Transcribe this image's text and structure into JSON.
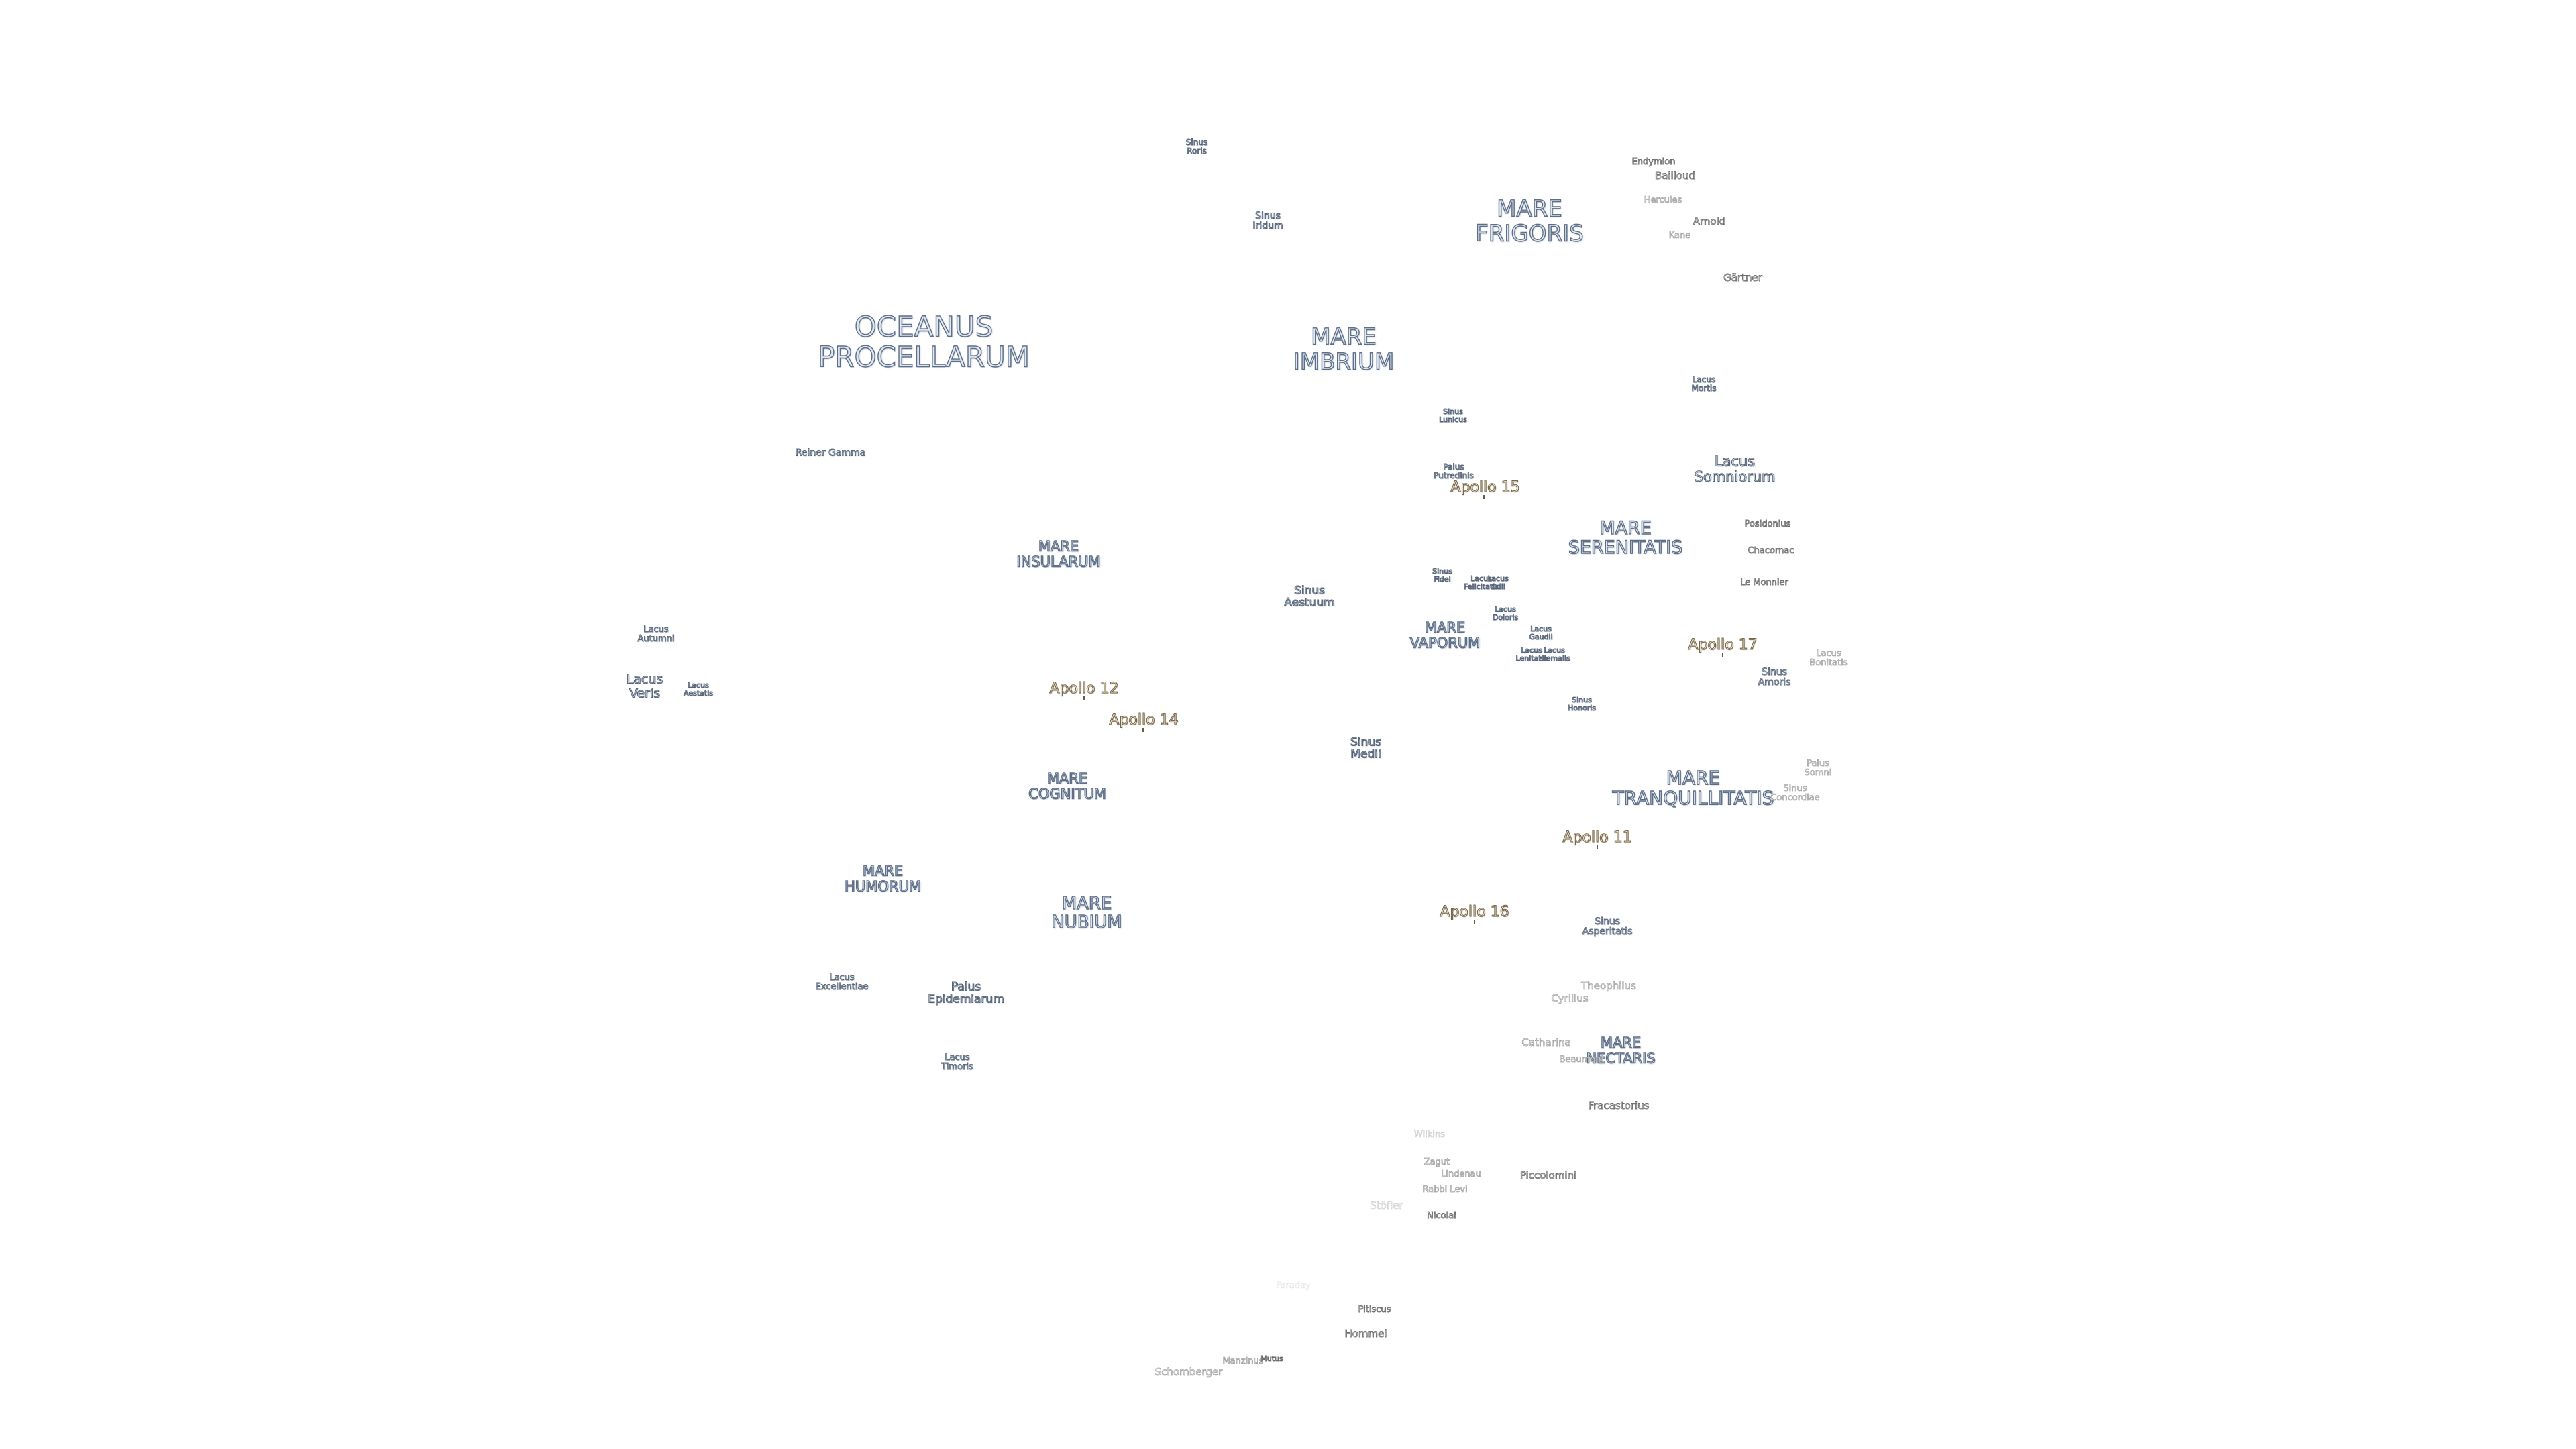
{
  "map": {
    "maria": {
      "oceanus_procellarum": "OCEANUS\nPROCELLARUM",
      "mare_frigoris": "MARE\nFRIGORIS",
      "mare_imbrium": "MARE\nIMBRIUM",
      "mare_serenitatis": "MARE\nSERENITATIS",
      "mare_insularum": "MARE\nINSULARUM",
      "mare_vaporum": "MARE\nVAPORUM",
      "mare_tranquillitatis": "MARE\nTRANQUILLITATIS",
      "mare_cognitum": "MARE\nCOGNITUM",
      "mare_humorum": "MARE\nHUMORUM",
      "mare_nubium": "MARE\nNUBIUM",
      "mare_nectaris": "MARE\nNECTARIS"
    },
    "features": {
      "sinus_roris": "Sinus\nRoris",
      "sinus_iridum": "Sinus\nIridum",
      "lacus_mortis": "Lacus\nMortis",
      "sinus_lunicus": "Sinus\nLunicus",
      "palus_putredinis": "Palus\nPutredinis",
      "lacus_somniorum": "Lacus\nSomniorum",
      "reiner_gamma": "Reiner Gamma",
      "sinus_aestuum": "Sinus\nAestuum",
      "sinus_fidei": "Sinus\nFidei",
      "lacus_felicitatis": "Lacus\nFelicitatis",
      "lacus_odii": "Lacus\nOdii",
      "lacus_doloris": "Lacus\nDoloris",
      "lacus_gaudii": "Lacus\nGaudii",
      "lacus_lenitatis": "Lacus\nLenitatis",
      "lacus_hiemalis": "Lacus\nHiemalis",
      "lacus_autumni": "Lacus\nAutumni",
      "lacus_veris": "Lacus\nVeris",
      "lacus_aestatis": "Lacus\nAestatis",
      "sinus_honoris": "Sinus\nHonoris",
      "sinus_amoris": "Sinus\nAmoris",
      "lacus_bonitatis": "Lacus\nBonitatis",
      "sinus_medii": "Sinus\nMedii",
      "palus_somni": "Palus\nSomni",
      "sinus_concordiae": "Sinus\nConcordiae",
      "sinus_asperitatis": "Sinus\nAsperitatis",
      "lacus_excellentiae": "Lacus\nExcellentiae",
      "palus_epidemiarum": "Palus\nEpidemiarum",
      "lacus_timoris": "Lacus\nTimoris"
    },
    "apollo": {
      "apollo_11": "Apollo 11",
      "apollo_12": "Apollo 12",
      "apollo_14": "Apollo 14",
      "apollo_15": "Apollo 15",
      "apollo_16": "Apollo 16",
      "apollo_17": "Apollo 17"
    },
    "craters": {
      "endymion": "Endymion",
      "bailloud": "Bailloud",
      "hercules": "Hercules",
      "arnold": "Arnold",
      "kane": "Kane",
      "gartner": "Gärtner",
      "posidonius": "Posidonius",
      "chacornac": "Chacornac",
      "le_monnier": "Le Monnier",
      "theophilus": "Theophilus",
      "cyrillus": "Cyrillus",
      "catharina": "Catharina",
      "beaumont": "Beaumont",
      "fracastorius": "Fracastorius",
      "wilkins": "Wilkins",
      "zagut": "Zagut",
      "lindenau": "Lindenau",
      "rabbi_levi": "Rabbi Levi",
      "piccolomini": "Piccolomini",
      "stoefler": "Stöfler",
      "nicolai": "Nicolai",
      "faraday": "Faraday",
      "pitiscus": "Pitiscus",
      "hommel": "Hommel",
      "manzinus": "Manzinus",
      "mutus": "Mutus",
      "schomberger": "Schomberger"
    }
  }
}
